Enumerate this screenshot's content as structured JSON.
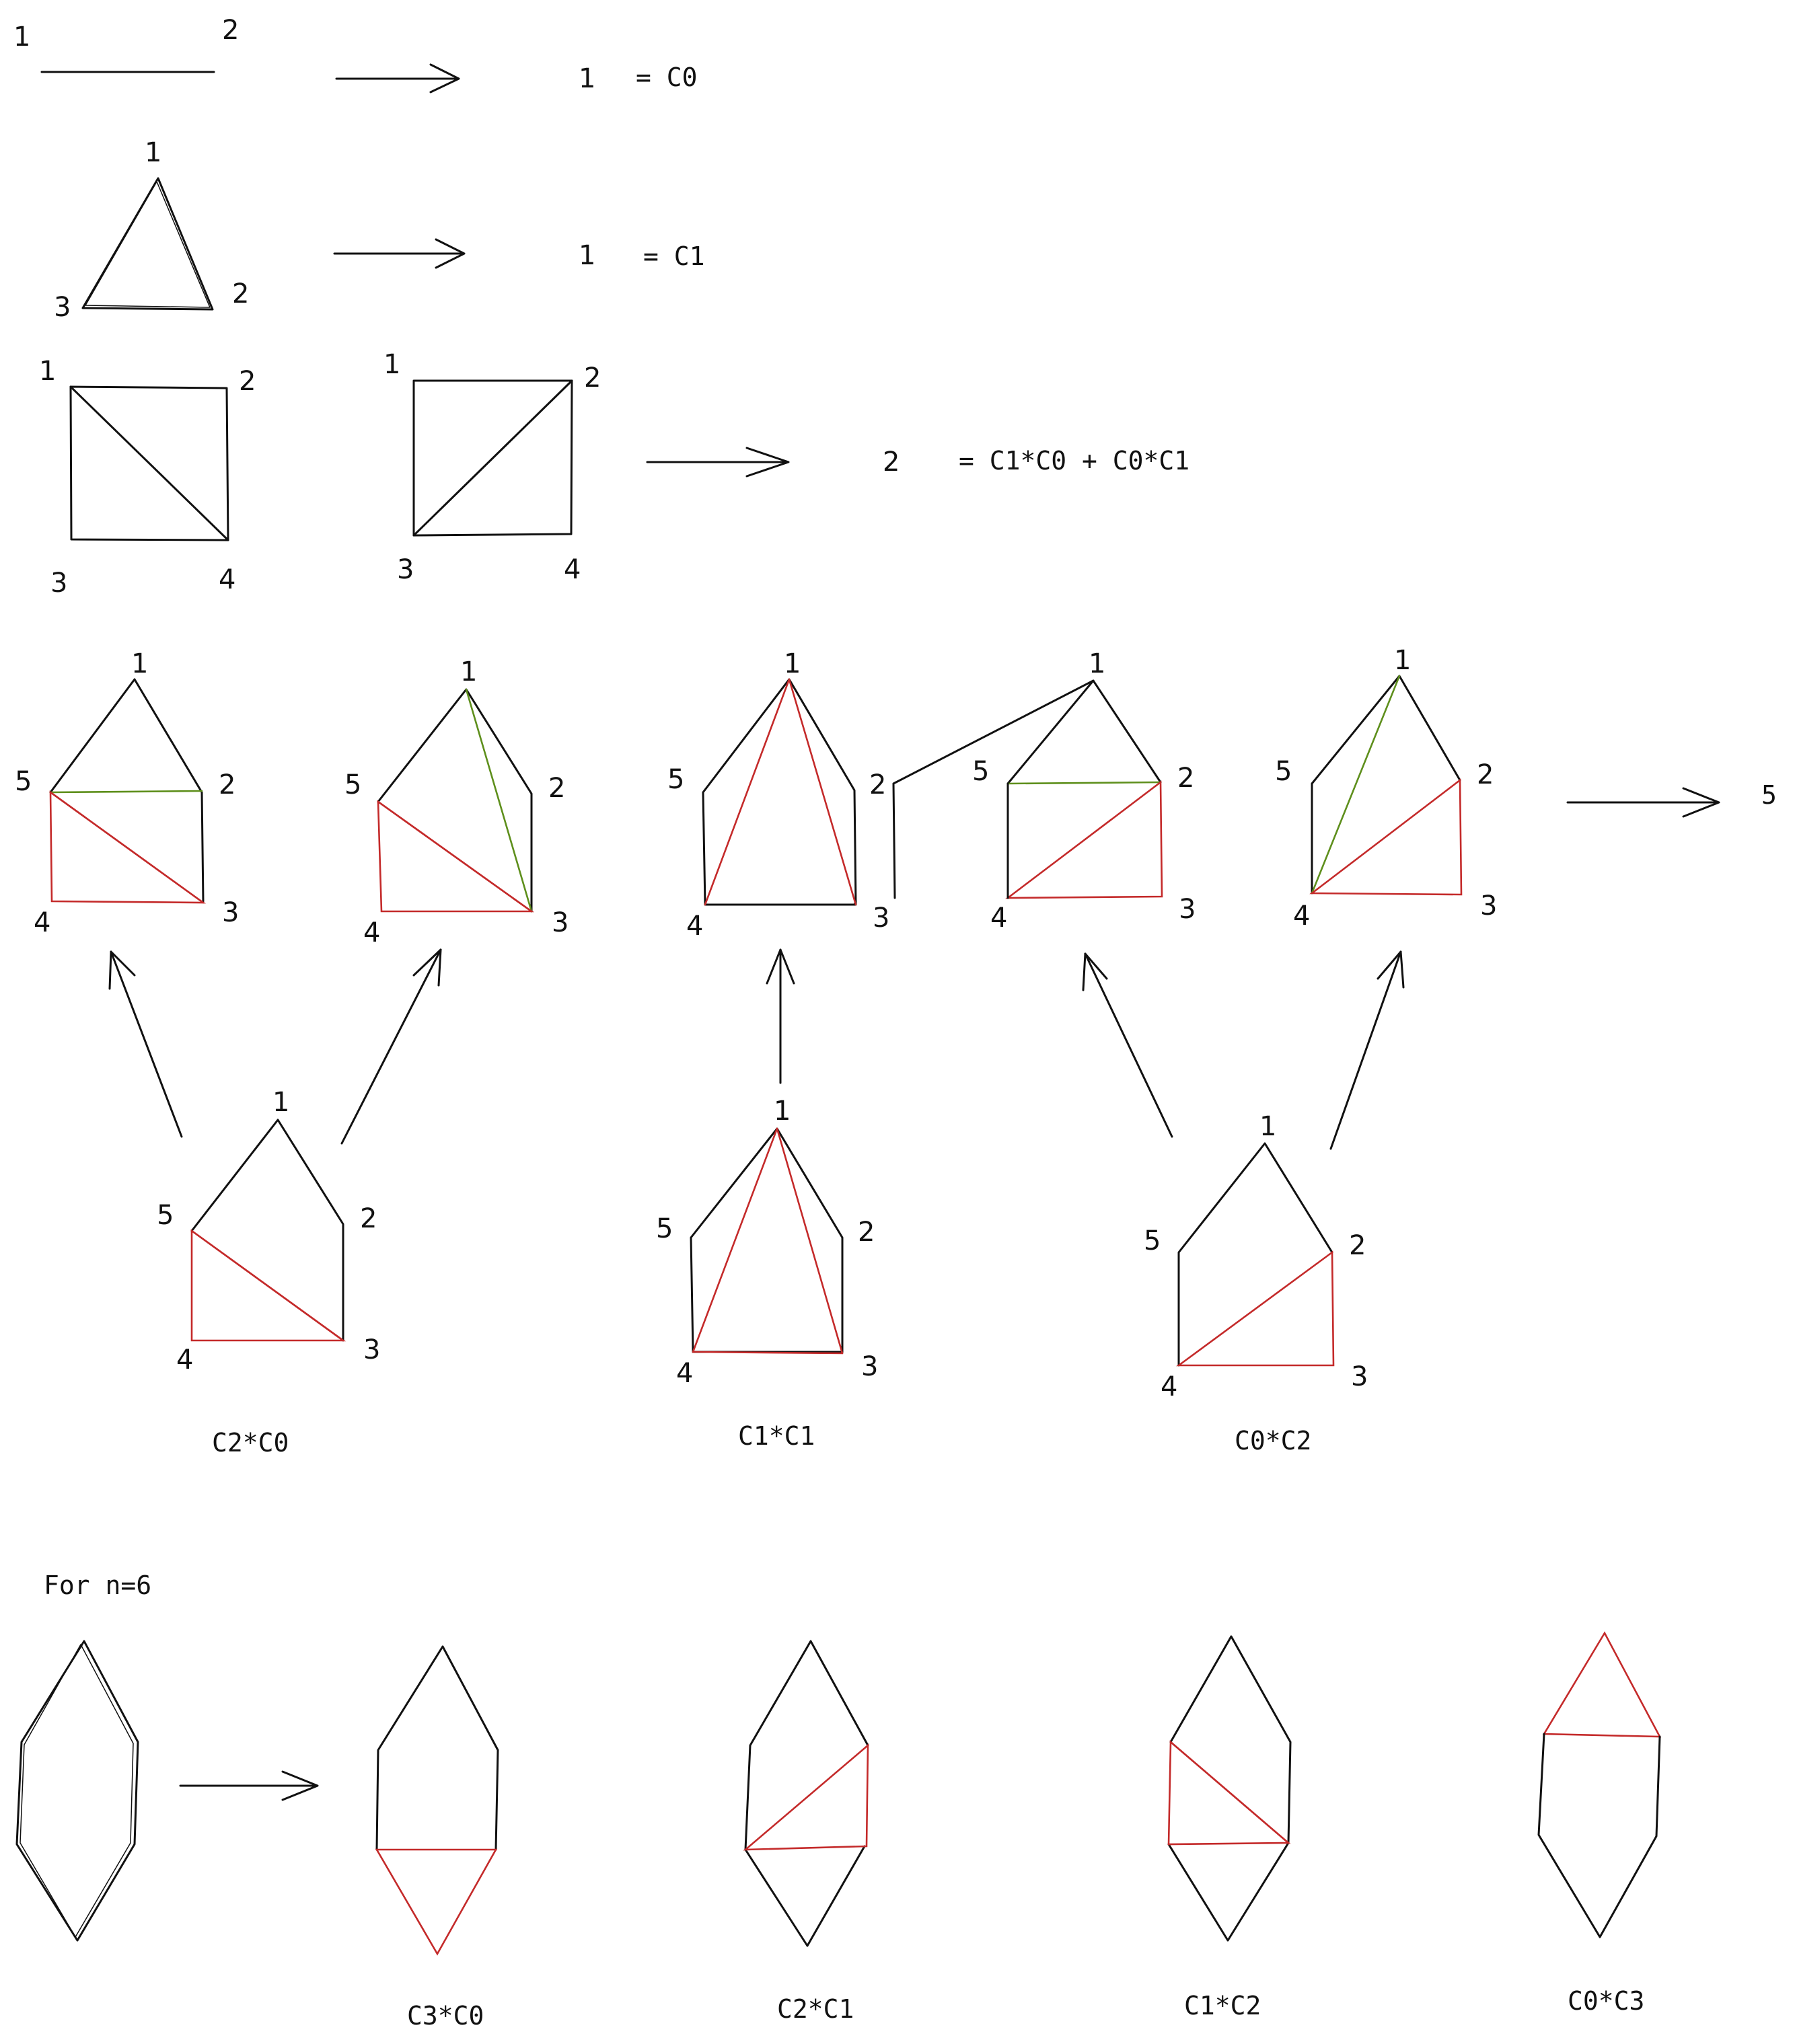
{
  "formulas": {
    "row1": "= C0",
    "row2": "= C1",
    "row3": "= C1*C0 + C0*C1",
    "row4": "5"
  },
  "results": {
    "row1": "1",
    "row2": "1",
    "row3": "2"
  },
  "vertex_labels": {
    "v1": "1",
    "v2": "2",
    "v3": "3",
    "v4": "4",
    "v5": "5"
  },
  "pentagon_captions": [
    "C2*C0",
    "C1*C1",
    "C0*C2"
  ],
  "section_n6": {
    "heading": "For n=6",
    "captions": [
      "C3*C0",
      "C2*C1",
      "C1*C2",
      "C0*C3"
    ]
  },
  "colors": {
    "ink": "#111111",
    "red": "#c42a2a",
    "green": "#5e8f1c"
  }
}
